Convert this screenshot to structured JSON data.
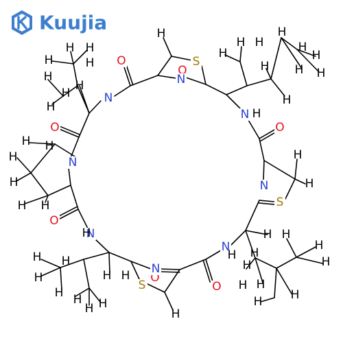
{
  "logo": {
    "text": "Kuujia",
    "icon": "k-hexagon-icon",
    "color": "#3d7ecf"
  },
  "molecule": {
    "element_colors": {
      "C": "#000000",
      "H": "#000000",
      "N": "#2b3fd6",
      "O": "#e8101a",
      "S": "#a07c00"
    },
    "atoms": [
      {
        "id": "S1",
        "el": "S"
      },
      {
        "id": "O1",
        "el": "O"
      },
      {
        "id": "N1",
        "el": "N"
      },
      {
        "id": "H_top",
        "el": "H"
      },
      {
        "id": "O2",
        "el": "O"
      },
      {
        "id": "N2",
        "el": "N"
      },
      {
        "id": "Ha1",
        "el": "H"
      },
      {
        "id": "Ha2",
        "el": "H"
      },
      {
        "id": "Ha3",
        "el": "H"
      },
      {
        "id": "Ha4",
        "el": "H"
      },
      {
        "id": "Ha5",
        "el": "H"
      },
      {
        "id": "Ha6",
        "el": "H"
      },
      {
        "id": "Ha7",
        "el": "H"
      },
      {
        "id": "Ha8",
        "el": "H"
      },
      {
        "id": "O3",
        "el": "O"
      },
      {
        "id": "N3",
        "el": "N"
      },
      {
        "id": "Hp1",
        "el": "H"
      },
      {
        "id": "Hp2",
        "el": "H"
      },
      {
        "id": "Hp3",
        "el": "H"
      },
      {
        "id": "Hp4",
        "el": "H"
      },
      {
        "id": "Hp5",
        "el": "H"
      },
      {
        "id": "Hp6",
        "el": "H"
      },
      {
        "id": "O4",
        "el": "O"
      },
      {
        "id": "N4",
        "el": "N"
      },
      {
        "id": "H_N4",
        "el": "H"
      },
      {
        "id": "Hb1",
        "el": "H"
      },
      {
        "id": "Hb2",
        "el": "H"
      },
      {
        "id": "Hb3",
        "el": "H"
      },
      {
        "id": "Hb4",
        "el": "H"
      },
      {
        "id": "Hb5",
        "el": "H"
      },
      {
        "id": "Hb6",
        "el": "H"
      },
      {
        "id": "Hb7",
        "el": "H"
      },
      {
        "id": "Hb8",
        "el": "H"
      },
      {
        "id": "Hb9",
        "el": "H"
      },
      {
        "id": "S2",
        "el": "S"
      },
      {
        "id": "O5",
        "el": "O"
      },
      {
        "id": "N5",
        "el": "N"
      },
      {
        "id": "H_bot",
        "el": "H"
      },
      {
        "id": "O6",
        "el": "O"
      },
      {
        "id": "N6",
        "el": "N"
      },
      {
        "id": "H_N6",
        "el": "H"
      },
      {
        "id": "Hc1",
        "el": "H"
      },
      {
        "id": "Hc2",
        "el": "H"
      },
      {
        "id": "Hc3",
        "el": "H"
      },
      {
        "id": "Hc4",
        "el": "H"
      },
      {
        "id": "Hc5",
        "el": "H"
      },
      {
        "id": "Hc6",
        "el": "H"
      },
      {
        "id": "Hc7",
        "el": "H"
      },
      {
        "id": "Hc8",
        "el": "H"
      },
      {
        "id": "Hc9",
        "el": "H"
      },
      {
        "id": "Hc10",
        "el": "H"
      },
      {
        "id": "O7",
        "el": "O"
      },
      {
        "id": "N7",
        "el": "N"
      },
      {
        "id": "S3",
        "el": "S"
      },
      {
        "id": "Ht1",
        "el": "H"
      },
      {
        "id": "Ht2",
        "el": "H"
      },
      {
        "id": "N8",
        "el": "N"
      },
      {
        "id": "H_N8",
        "el": "H"
      },
      {
        "id": "Hd1",
        "el": "H"
      },
      {
        "id": "Hd2",
        "el": "H"
      },
      {
        "id": "Hd3",
        "el": "H"
      },
      {
        "id": "Hd4",
        "el": "H"
      },
      {
        "id": "Hd5",
        "el": "H"
      },
      {
        "id": "Hd6",
        "el": "H"
      },
      {
        "id": "Hd7",
        "el": "H"
      },
      {
        "id": "Hd8",
        "el": "H"
      },
      {
        "id": "Hd9",
        "el": "H"
      },
      {
        "id": "Hd10",
        "el": "H"
      },
      {
        "id": "O8",
        "el": "O"
      }
    ]
  }
}
